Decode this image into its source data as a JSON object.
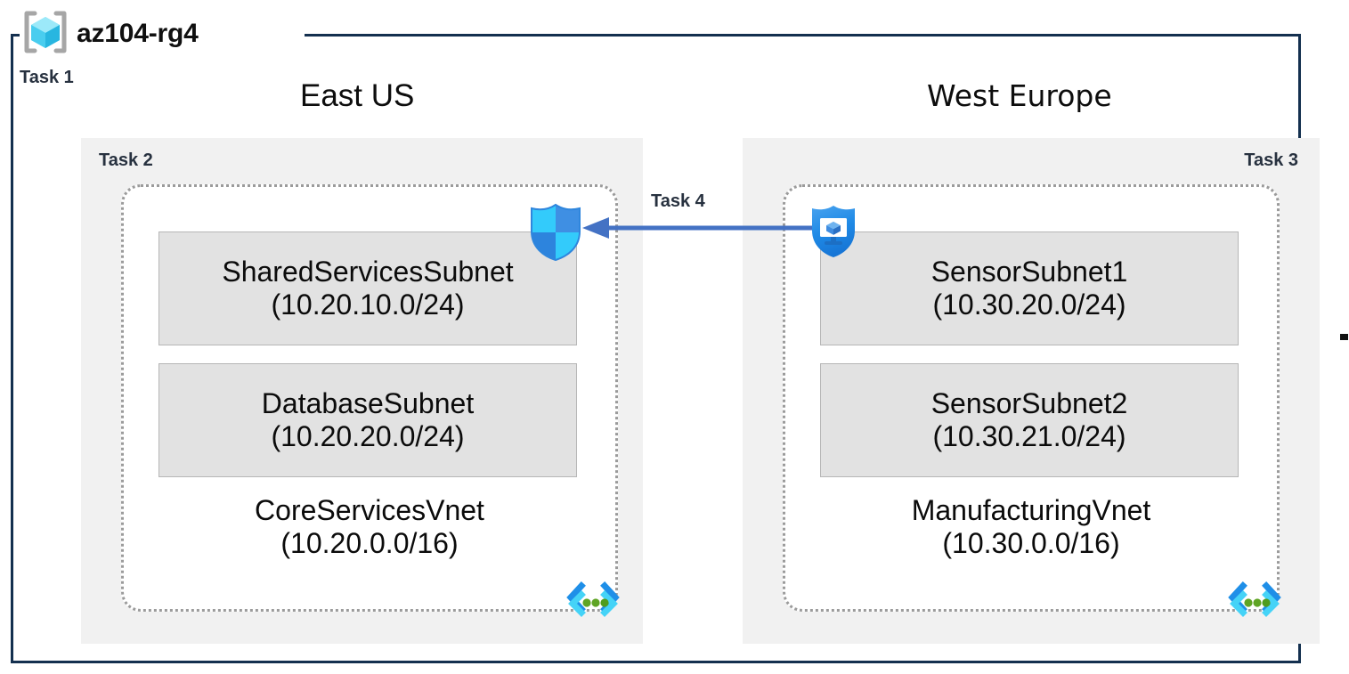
{
  "diagram": {
    "resource_group": {
      "name": "az104-rg4",
      "icon": "resource-group-icon",
      "task_label": "Task 1",
      "border_color": "#14304f"
    },
    "peering": {
      "task_label": "Task 4",
      "arrow_color": "#4472c4",
      "direction": "right-to-left"
    },
    "regions": [
      {
        "id": "east-us",
        "title": "East US",
        "task_label": "Task 2",
        "task_align": "left",
        "background": "#f1f1f1",
        "vnet": {
          "name": "CoreServicesVnet",
          "cidr": "(10.20.0.0/16)",
          "icon": "virtual-network-icon",
          "subnets": [
            {
              "name": "SharedServicesSubnet",
              "cidr": "(10.20.10.0/24)"
            },
            {
              "name": "DatabaseSubnet",
              "cidr": "(10.20.20.0/24)"
            }
          ],
          "attached_icon": "firewall-shield-icon"
        }
      },
      {
        "id": "west-europe",
        "title": "West Europe",
        "task_label": "Task 3",
        "task_align": "right",
        "background": "#f1f1f1",
        "vnet": {
          "name": "ManufacturingVnet",
          "cidr": "(10.30.0.0/16)",
          "icon": "virtual-network-icon",
          "subnets": [
            {
              "name": "SensorSubnet1",
              "cidr": "(10.30.20.0/24)"
            },
            {
              "name": "SensorSubnet2",
              "cidr": "(10.30.21.0/24)"
            }
          ],
          "attached_icon": "bastion-shield-icon"
        }
      }
    ],
    "colors": {
      "shield_cyan": "#32c8fa",
      "shield_blue": "#3b8ae2",
      "bastion_blue": "#1b88e3",
      "vnet_dot_green": "#5fa424",
      "vnet_bracket_blue": "#1e90e8",
      "vnet_bracket_cyan": "#3fd0f5",
      "subnet_fill": "#e2e2e2",
      "region_fill": "#f1f1f1"
    }
  }
}
